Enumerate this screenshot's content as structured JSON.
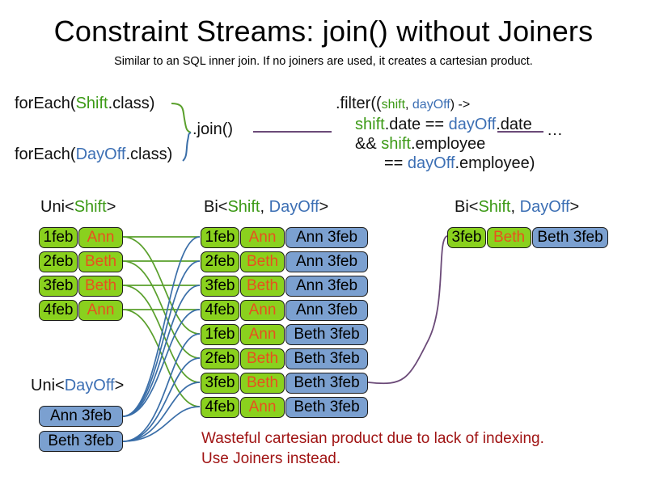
{
  "header": {
    "title": "Constraint Streams: join() without Joiners",
    "subtitle": "Similar to an SQL inner join. If no joiners are used, it creates a cartesian product."
  },
  "code": {
    "forEach_shift": {
      "prefix": "forEach(",
      "type": "Shift",
      "suffix": ".class)"
    },
    "forEach_dayoff": {
      "prefix": "forEach(",
      "type": "DayOff",
      "suffix": ".class)"
    },
    "join_call": ".join()",
    "filter": {
      "line1_a": ".filter((",
      "line1_shift": "shift",
      "line1_comma": ", ",
      "line1_dayoff": "dayOff",
      "line1_b": ") ->",
      "line2_shift": "shift",
      "line2_a": ".date == ",
      "line2_dayoff": "dayOff",
      "line2_b": ".date",
      "line3_a": "&& ",
      "line3_shift": "shift",
      "line3_b": ".employee",
      "line4_a": "== ",
      "line4_dayoff": "dayOff",
      "line4_b": ".employee)"
    },
    "ellipsis": "…"
  },
  "labels": {
    "uni_shift": {
      "prefix": "Uni<",
      "type": "Shift",
      "suffix": ">"
    },
    "bi_middle": {
      "prefix": "Bi<",
      "type1": "Shift",
      "comma": ", ",
      "type2": "DayOff",
      "suffix": ">"
    },
    "bi_right": {
      "prefix": "Bi<",
      "type1": "Shift",
      "comma": ", ",
      "type2": "DayOff",
      "suffix": ">"
    },
    "uni_dayoff": {
      "prefix": "Uni<",
      "type": "DayOff",
      "suffix": ">"
    }
  },
  "shifts": [
    {
      "date": "1feb",
      "employee": "Ann"
    },
    {
      "date": "2feb",
      "employee": "Beth"
    },
    {
      "date": "3feb",
      "employee": "Beth"
    },
    {
      "date": "4feb",
      "employee": "Ann"
    }
  ],
  "daysOff": [
    {
      "text": "Ann 3feb"
    },
    {
      "text": "Beth 3feb"
    }
  ],
  "cartesian": [
    {
      "date": "1feb",
      "employee": "Ann",
      "dayoff": "Ann 3feb"
    },
    {
      "date": "2feb",
      "employee": "Beth",
      "dayoff": "Ann 3feb"
    },
    {
      "date": "3feb",
      "employee": "Beth",
      "dayoff": "Ann 3feb"
    },
    {
      "date": "4feb",
      "employee": "Ann",
      "dayoff": "Ann 3feb"
    },
    {
      "date": "1feb",
      "employee": "Ann",
      "dayoff": "Beth 3feb"
    },
    {
      "date": "2feb",
      "employee": "Beth",
      "dayoff": "Beth 3feb"
    },
    {
      "date": "3feb",
      "employee": "Beth",
      "dayoff": "Beth 3feb"
    },
    {
      "date": "4feb",
      "employee": "Ann",
      "dayoff": "Beth 3feb"
    }
  ],
  "result": [
    {
      "date": "3feb",
      "employee": "Beth",
      "dayoff": "Beth 3feb"
    }
  ],
  "note": {
    "line1": "Wasteful cartesian product due to lack of indexing.",
    "line2": "Use Joiners instead."
  },
  "colors": {
    "shift_green": "#8ad11e",
    "dayoff_blue": "#7ba0d0",
    "employee_orange": "#e8501e",
    "type_green": "#3c9a16",
    "type_blue": "#3c6fb4",
    "wire_green": "#5aa02c",
    "wire_blue": "#3a6ea8",
    "wire_purple": "#6b4a78",
    "note_red": "#a01414"
  }
}
